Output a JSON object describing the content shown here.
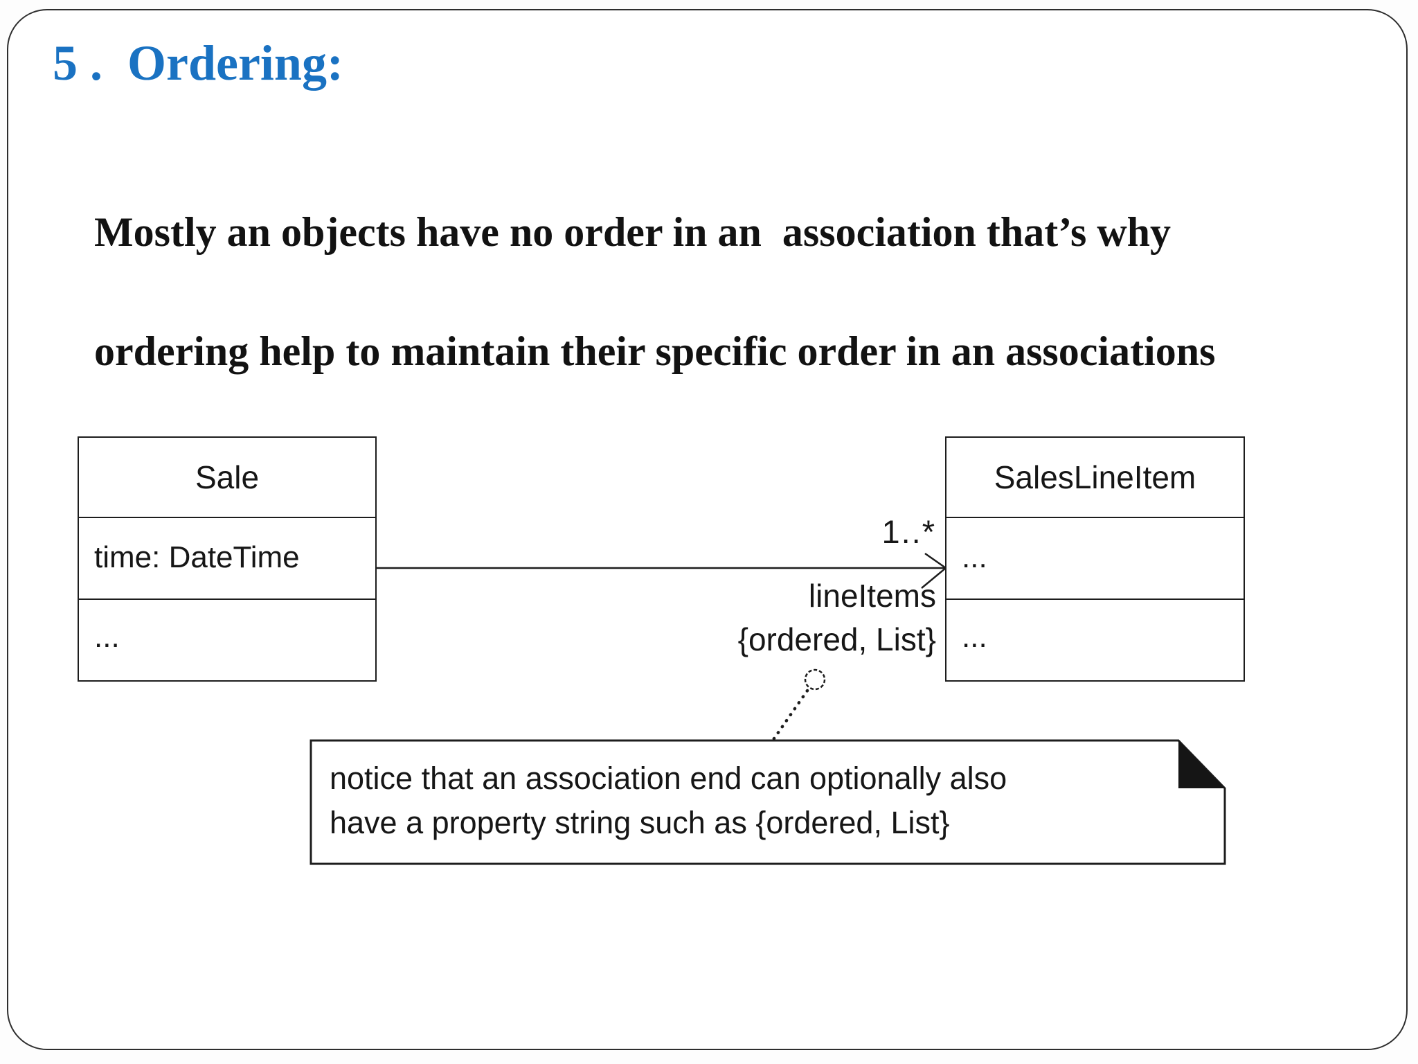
{
  "slide": {
    "title": "5 .  Ordering:",
    "body": {
      "line1": "Mostly an objects have no order in an  association that’s why",
      "line2": "ordering help to maintain their specific order in an associations"
    }
  },
  "diagram": {
    "classes": [
      {
        "name": "Sale",
        "attributes": "time: DateTime",
        "operations": "..."
      },
      {
        "name": "SalesLineItem",
        "attributes": "...",
        "operations": "..."
      }
    ],
    "association": {
      "multiplicity": "1..*",
      "role_name": "lineItems",
      "property_string": "{ordered, List}"
    },
    "note": {
      "line1": "notice that an association end can optionally also",
      "line2": "have a property string such as {ordered, List}"
    }
  },
  "colors": {
    "title_blue": "#1a72c2",
    "ink": "#1d1d1d"
  }
}
